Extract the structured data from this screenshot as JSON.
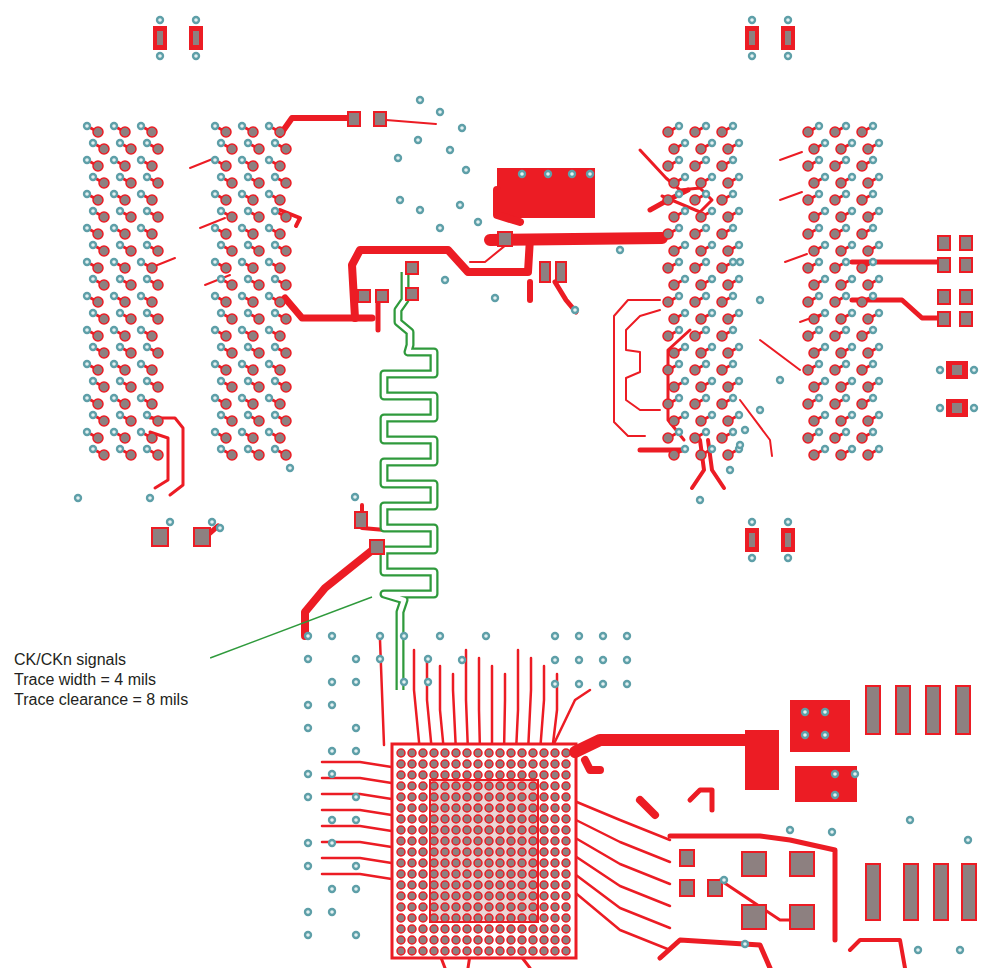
{
  "diagram": {
    "labels": [
      "CK/CKn signals",
      "Trace width = 4 mils",
      "Trace clearance = 8 mils"
    ]
  }
}
